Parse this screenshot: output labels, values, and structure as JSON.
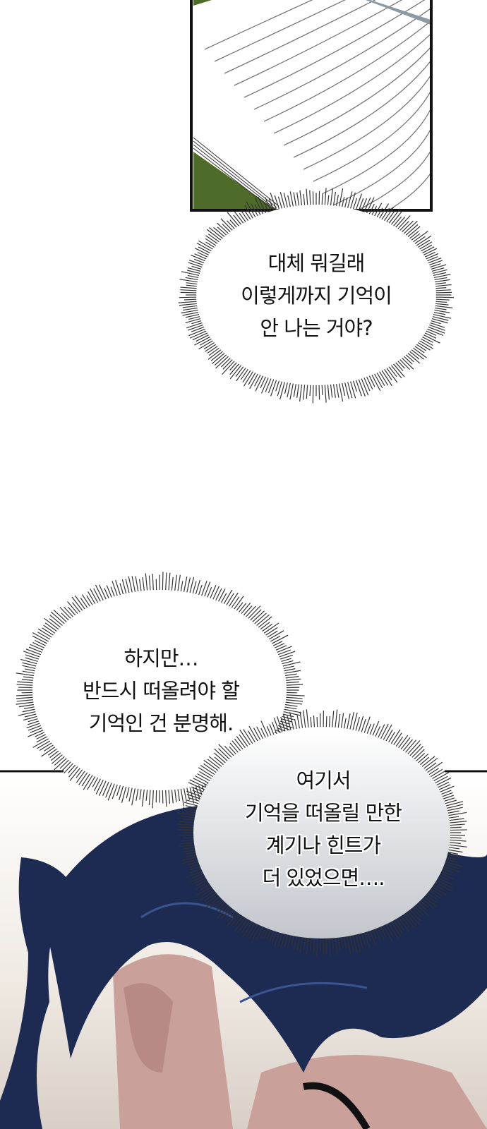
{
  "bubbles": [
    {
      "lines": [
        "대체 뭐길래",
        "이렇게까지 기억이",
        "안 나는 거야?"
      ]
    },
    {
      "lines": [
        "하지만…",
        "반드시 떠올려야 할",
        "기억인 건 분명해."
      ]
    },
    {
      "lines": [
        "여기서",
        "기억을 떠올릴 만한",
        "계기나 힌트가",
        "더 있었으면…."
      ]
    }
  ],
  "colors": {
    "grass": "#4f6b2a",
    "hair": "#1d2b52",
    "skin": "#c9a09a",
    "panel_border": "#111111"
  }
}
